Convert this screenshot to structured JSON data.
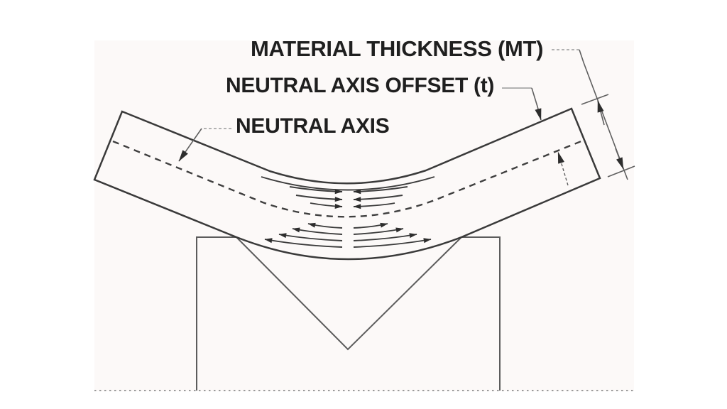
{
  "diagram": {
    "labels": {
      "material_thickness": "MATERIAL THICKNESS (MT)",
      "neutral_axis_offset": "NEUTRAL AXIS OFFSET (t)",
      "neutral_axis": "NEUTRAL AXIS"
    },
    "colors": {
      "canvas": "#ffffff",
      "image_tint": "#fcf9f8",
      "text": "#1f1f1f",
      "sheet_line": "#3a3a3a",
      "neutral_axis_line": "#3f3f3f",
      "stress_arrow_line": "#3c3c3c",
      "die_line": "#5c5c5c",
      "leader_line": "#9a9a9a",
      "dim_line": "#5f5f5f",
      "arrow_fill": "#2d2d2d",
      "bottom_edge_dots": "#9a9a9a"
    }
  }
}
